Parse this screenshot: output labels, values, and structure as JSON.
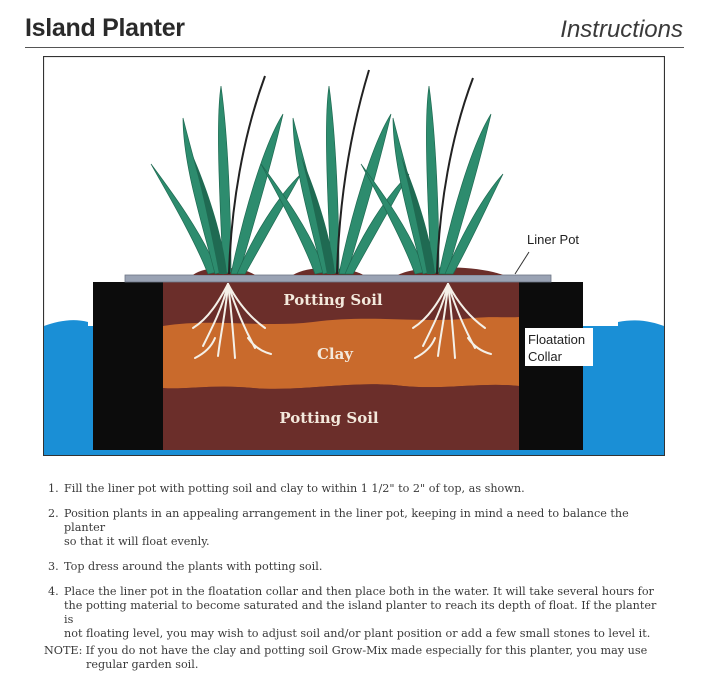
{
  "header": {
    "title": "Island Planter",
    "subtitle": "Instructions"
  },
  "diagram": {
    "labels": {
      "liner_pot": "Liner Pot",
      "floatation_collar_line1": "Floatation",
      "floatation_collar_line2": "Collar",
      "potting_soil_top": "Potting Soil",
      "clay": "Clay",
      "potting_soil_bottom": "Potting Soil"
    },
    "colors": {
      "water": "#1a8fd6",
      "collar": "#0c0c0c",
      "potting_soil": "#6b2e2a",
      "clay": "#c96a2c",
      "liner_rim": "#9aa3b4",
      "leaf": "#2d8c6e",
      "leaf_dark": "#1f6a52",
      "stem": "#222222"
    }
  },
  "instructions": [
    {
      "num": "1.",
      "text": "Fill the liner pot with potting soil and clay to within 1 1/2\" to 2\" of top, as shown."
    },
    {
      "num": "2.",
      "line1": "Position plants in an appealing arrangement in the liner pot, keeping in mind a need to balance the planter",
      "line2": "so that it will float evenly."
    },
    {
      "num": "3.",
      "text": "Top dress around the plants with potting soil."
    },
    {
      "num": "4.",
      "line1": "Place the liner pot in the floatation collar and then place both in the water.  It will take several hours for",
      "line2": "the potting material to become saturated and the island planter to reach its depth of float.  If the planter is",
      "line3": "not floating level, you may wish to adjust soil and/or plant position or add a few small stones to level it."
    }
  ],
  "note": {
    "label": "NOTE:",
    "line1": "If you do not have the clay and potting soil Grow-Mix made especially for this planter, you may use",
    "line2": "regular  garden soil."
  }
}
